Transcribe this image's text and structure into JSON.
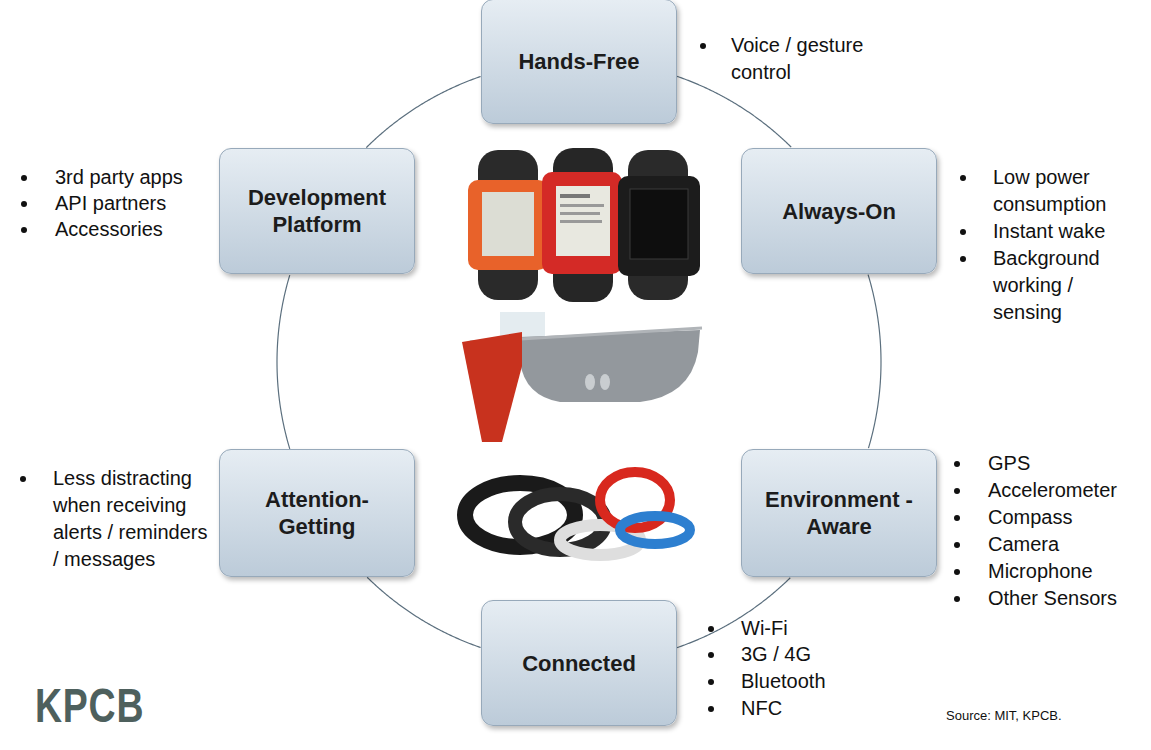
{
  "diagram": {
    "nodes": [
      {
        "text": [
          "Hands-Free"
        ]
      },
      {
        "text": [
          "Development Platform"
        ]
      },
      {
        "text": [
          "Always-On"
        ]
      },
      {
        "text": [
          "Attention- Getting"
        ]
      },
      {
        "text": [
          "Environment -Aware"
        ]
      },
      {
        "text": [
          "Connected"
        ]
      }
    ],
    "edges": [
      {
        "from": 0,
        "to": 2,
        "arrow": "none"
      },
      {
        "from": 2,
        "to": 4,
        "arrow": "none"
      },
      {
        "from": 4,
        "to": 5,
        "arrow": "none"
      },
      {
        "from": 5,
        "to": 3,
        "arrow": "none"
      },
      {
        "from": 3,
        "to": 1,
        "arrow": "none"
      },
      {
        "from": 1,
        "to": 0,
        "arrow": "none"
      }
    ],
    "labels": [
      "Voice / gesture control",
      "3rd party apps",
      "API partners",
      "Accessories",
      "Low power consumption",
      "Instant wake",
      "Background working / sensing",
      "Less distracting when receiving alerts / reminders / messages",
      "GPS",
      "Accelerometer",
      "Compass",
      "Camera",
      "Microphone",
      "Other Sensors",
      "Wi-Fi",
      "3G / 4G",
      "Bluetooth",
      "NFC",
      "KPCB",
      "Source: MIT, KPCB."
    ]
  }
}
